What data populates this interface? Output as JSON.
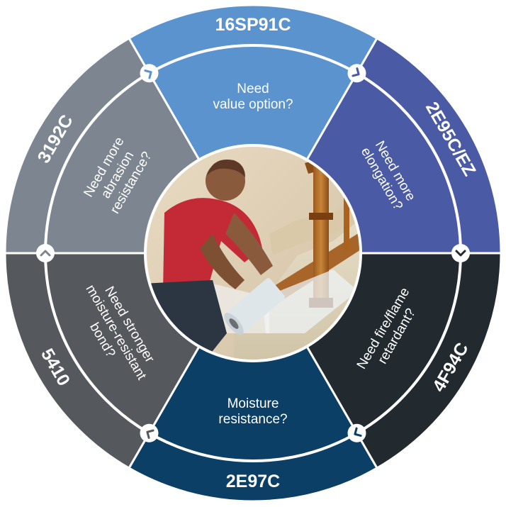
{
  "segments": [
    {
      "code": "16SP91C",
      "question": [
        "Need",
        "value option?"
      ],
      "color": "#5b93cf"
    },
    {
      "code": "2E95C/EZ",
      "question": [
        "Need more",
        "elongation?"
      ],
      "color": "#4a5aa5"
    },
    {
      "code": "4F94C",
      "question": [
        "Need fire/flame",
        "retardant?"
      ],
      "color": "#222a30"
    },
    {
      "code": "2E97C",
      "question": [
        "Moisture",
        "resistance?"
      ],
      "color": "#0b3f66"
    },
    {
      "code": "5410",
      "question": [
        "Need stronger",
        "moisture-resistant",
        "bond?"
      ],
      "color": "#55585c"
    },
    {
      "code": "3192C",
      "question": [
        "Need more",
        "abrasion",
        "resistance?"
      ],
      "color": "#7d8690"
    }
  ],
  "center_image": "man-applying-protective-film-to-staircase"
}
